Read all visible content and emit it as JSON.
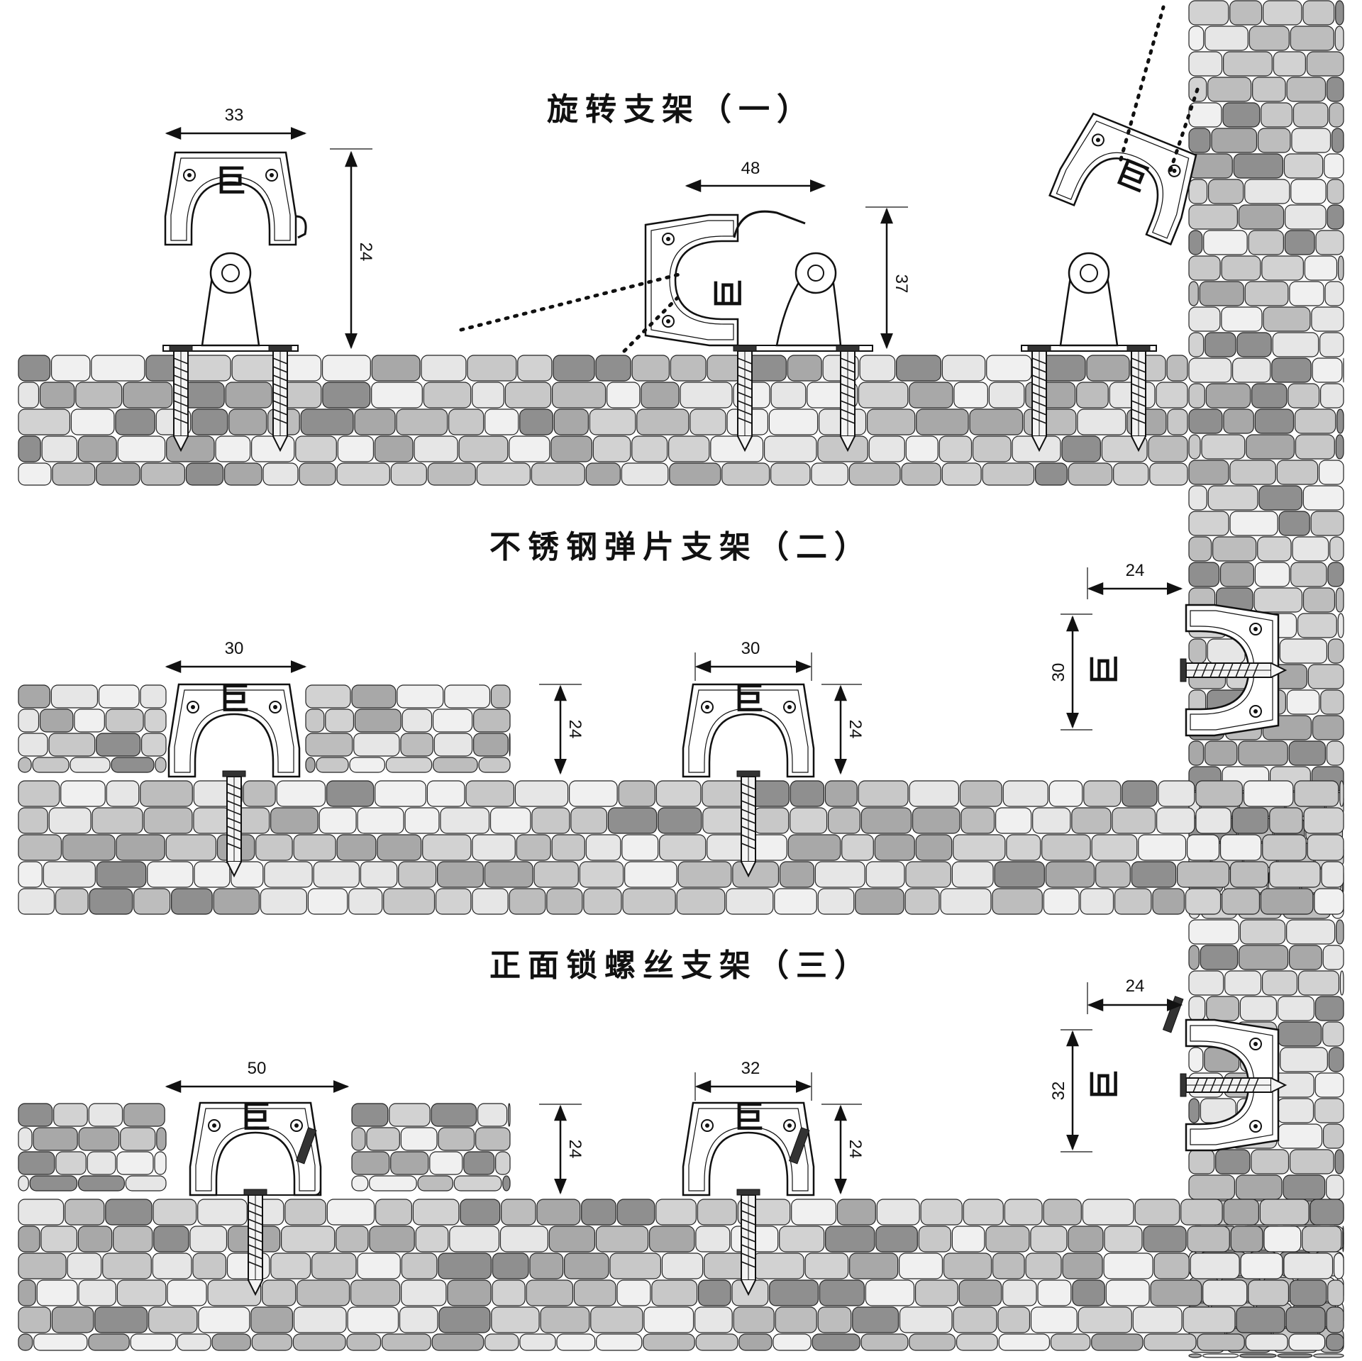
{
  "sections": [
    {
      "title": "旋转支架（一）"
    },
    {
      "title": "不锈钢弹片支架（二）"
    },
    {
      "title": "正面锁螺丝支架（三）"
    }
  ],
  "brand_mark": "巨",
  "dimensions": {
    "s1_a_width": "33",
    "s1_a_height": "24",
    "s1_b_width": "48",
    "s1_b_height": "37",
    "s2_a_width": "30",
    "s2_a_height": "24",
    "s2_b_width": "30",
    "s2_b_height": "24",
    "s2_c_width": "24",
    "s2_c_height": "30",
    "s3_a_width": "50",
    "s3_a_height": "24",
    "s3_b_width": "32",
    "s3_b_height": "24",
    "s3_c_width": "24",
    "s3_c_height": "32"
  },
  "colors": {
    "wall_light": "#e6e6e6",
    "wall_mid": "#bdbdbd",
    "wall_dark": "#8f8f8f",
    "line": "#111111"
  }
}
